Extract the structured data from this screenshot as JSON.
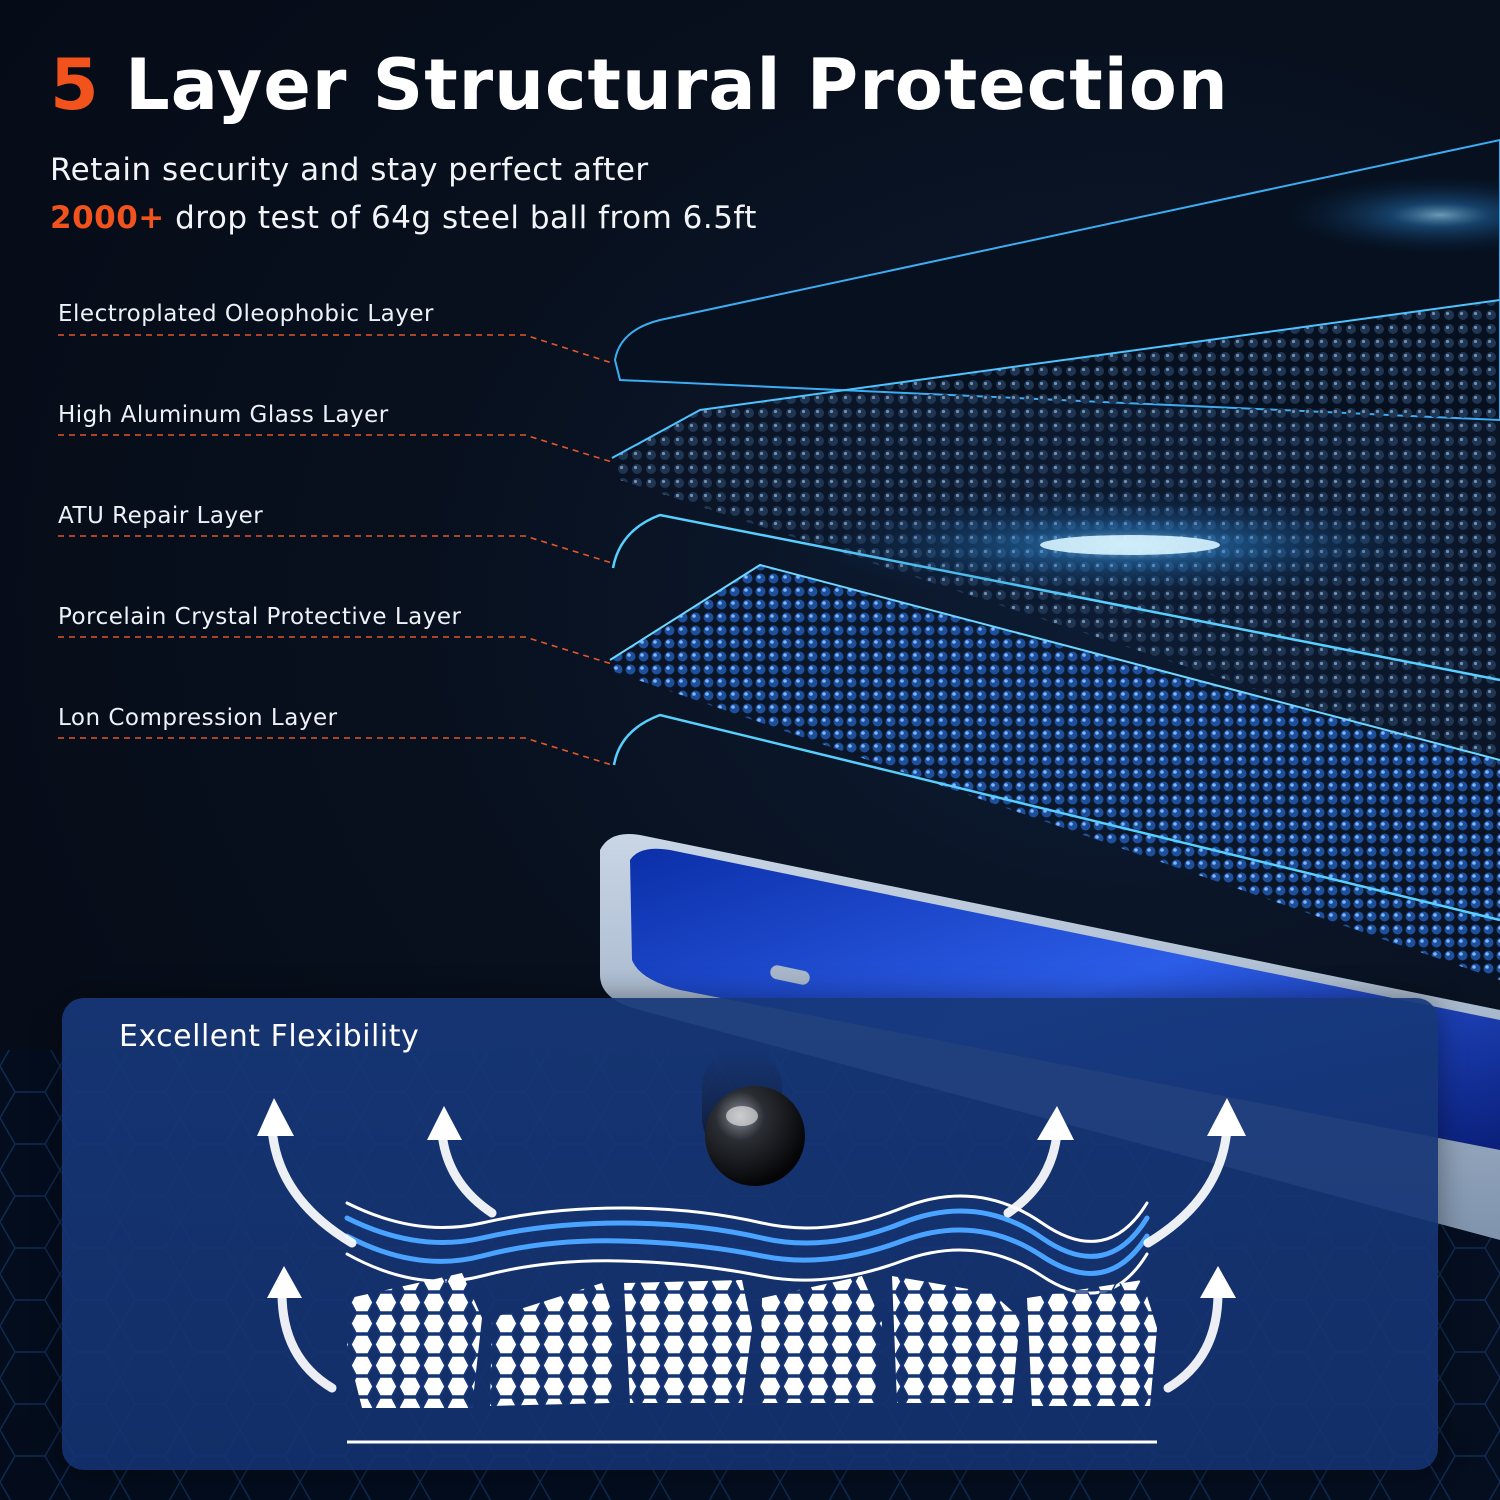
{
  "header": {
    "title_accent": "5",
    "title_rest": "Layer Structural Protection",
    "subtitle_line1": "Retain security and stay perfect after",
    "subtitle_accent": "2000+",
    "subtitle_line2_rest": "drop test of 64g steel ball from 6.5ft"
  },
  "layers": [
    {
      "label": "Electroplated Oleophobic Layer"
    },
    {
      "label": "High Aluminum Glass Layer"
    },
    {
      "label": "ATU Repair Layer"
    },
    {
      "label": "Porcelain Crystal Protective Layer"
    },
    {
      "label": "Lon Compression Layer"
    }
  ],
  "flex_panel": {
    "title": "Excellent Flexibility"
  },
  "colors": {
    "accent": "#f2531d",
    "glow": "#3fb6ff",
    "panel": "#163778"
  },
  "icons": [
    "steel-ball-icon",
    "arrow-up-left-icon",
    "arrow-up-right-icon",
    "hexagon-mesh-icon"
  ]
}
